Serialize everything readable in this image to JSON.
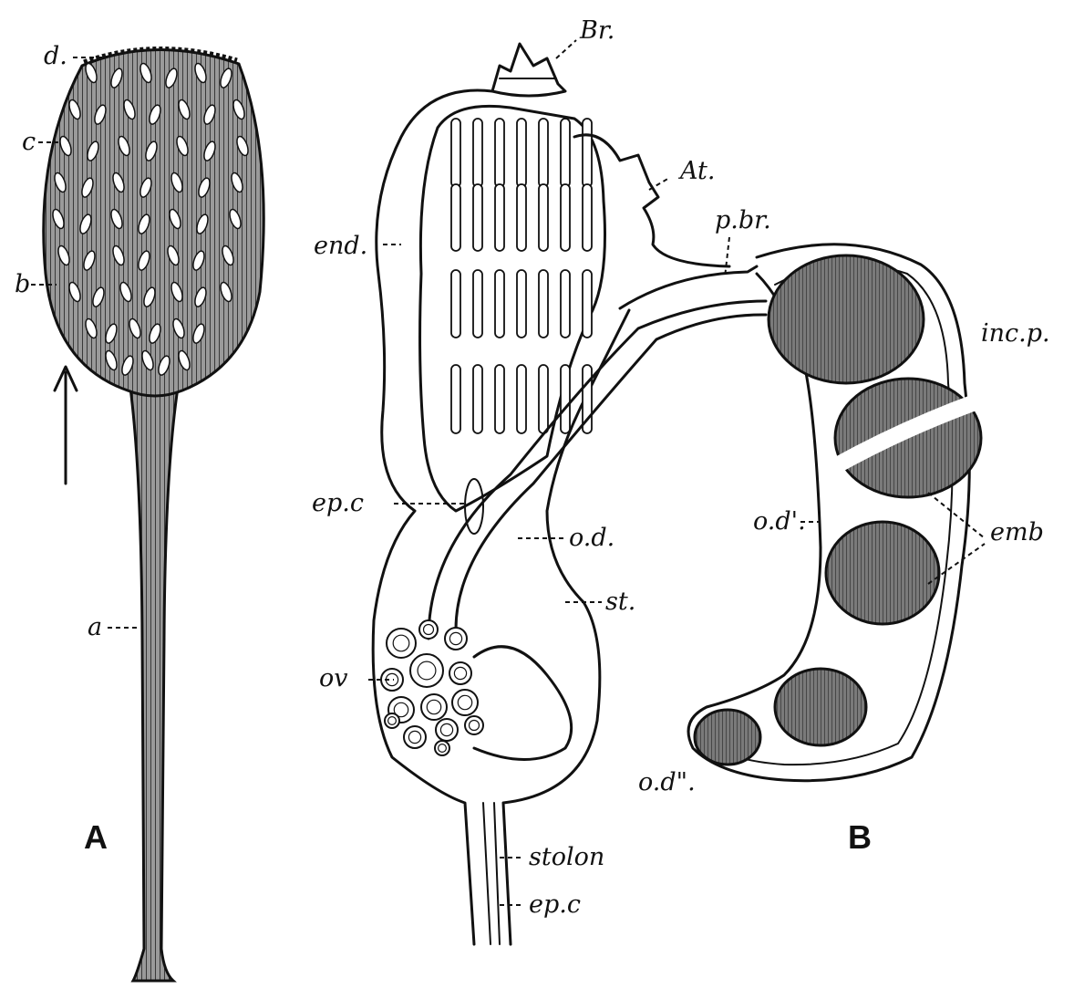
{
  "panels": {
    "A": {
      "letter": "A",
      "labels": {
        "d": "d.",
        "c": "c",
        "b": "b",
        "a": "a"
      }
    },
    "B": {
      "letter": "B",
      "labels": {
        "br": "Br.",
        "at": "At.",
        "pbr": "p.br.",
        "end": "end.",
        "incp": "inc.p.",
        "epc": "ep.c",
        "od": "o.d.",
        "od1": "o.d'.",
        "emb": "emb",
        "st": "st.",
        "ov": "ov",
        "od2": "o.d\".",
        "stolon": "stolon",
        "epc2": "ep.c"
      }
    }
  },
  "colors": {
    "ink": "#111111",
    "shade": "#555555",
    "paper": "#ffffff"
  }
}
